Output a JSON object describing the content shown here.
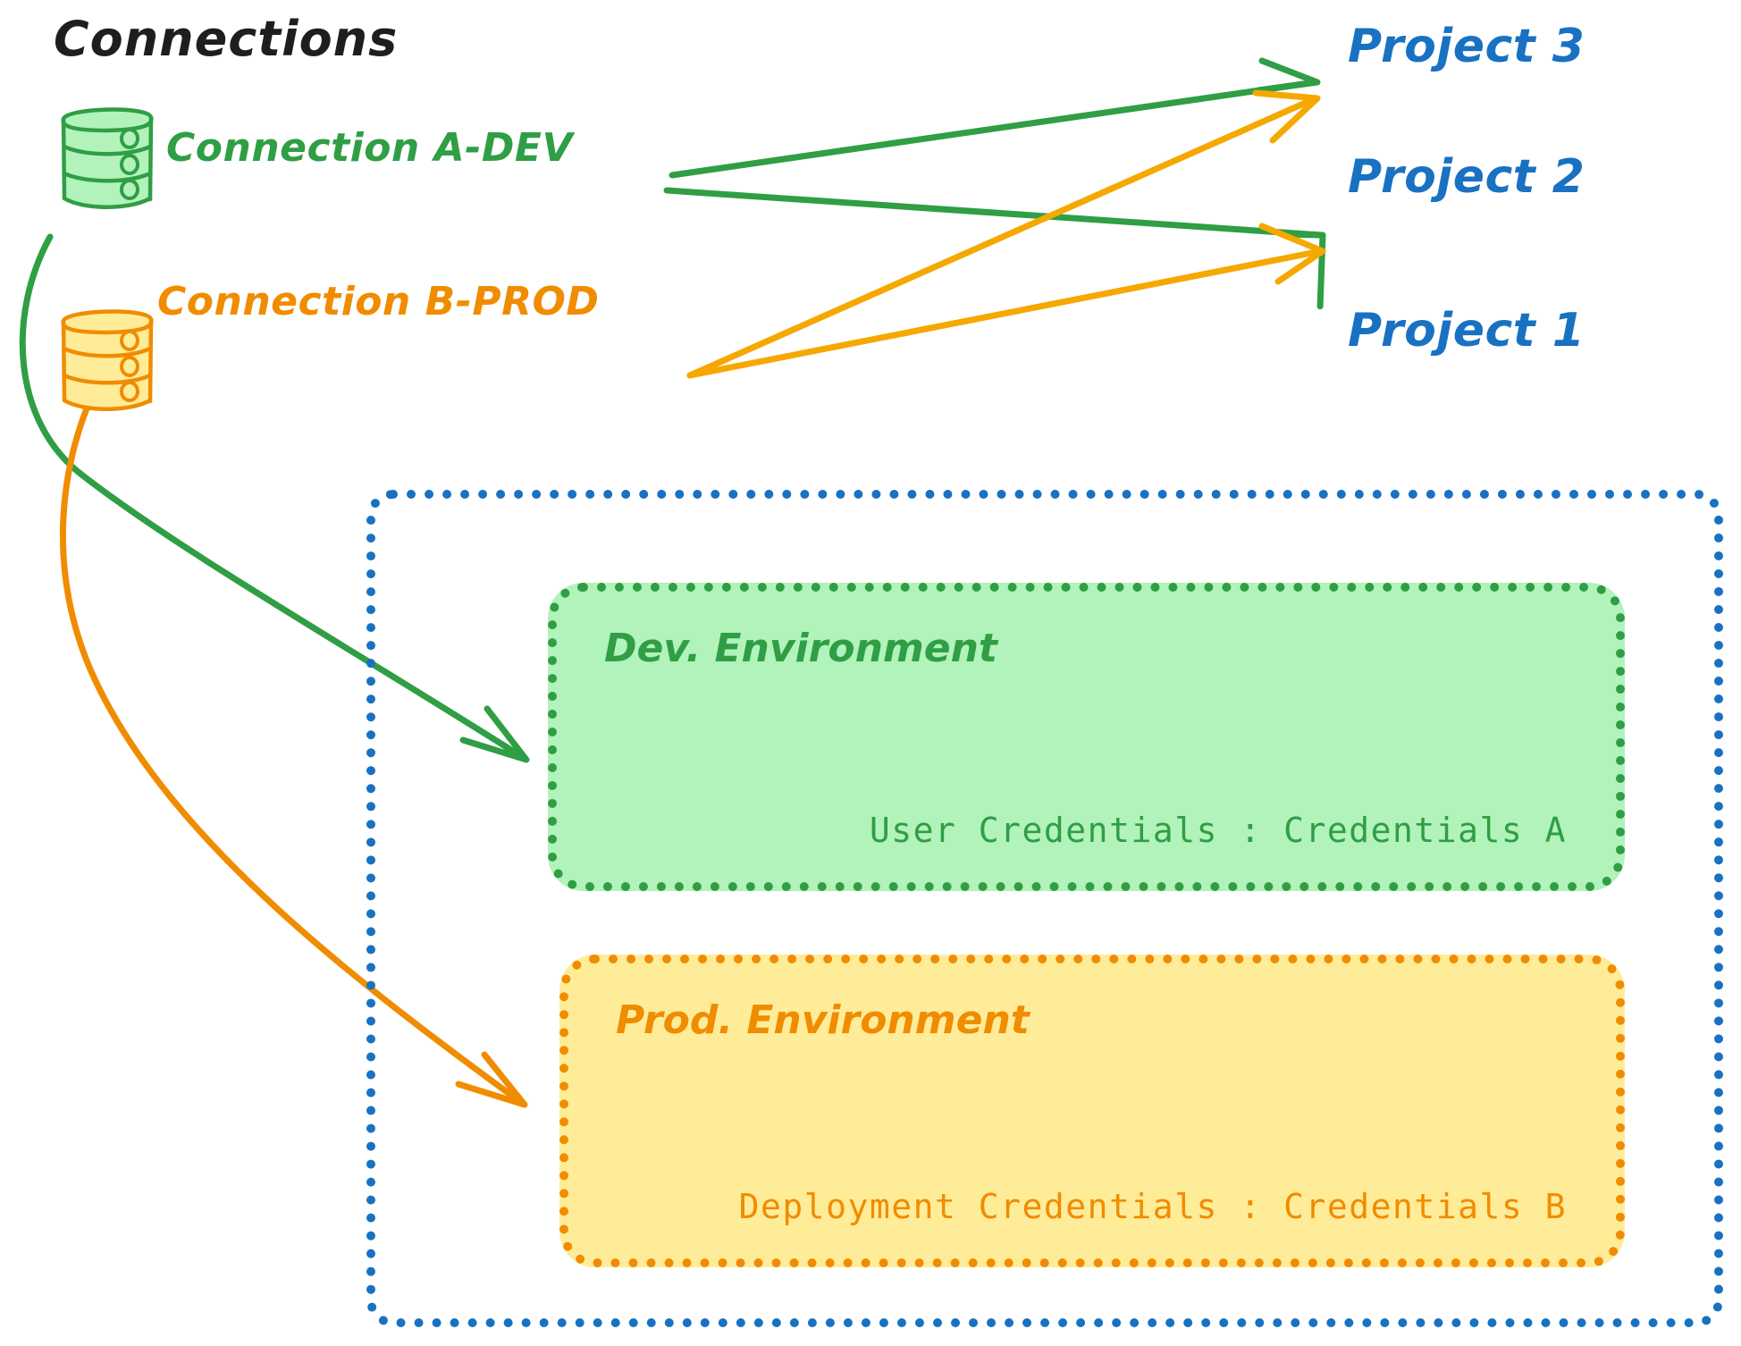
{
  "diagram": {
    "title": "Connections",
    "background": "#ffffff",
    "colors": {
      "green_stroke": "#2f9e44",
      "green_fill": "#b2f2bb",
      "orange_stroke": "#f08c00",
      "orange_fill": "#ffec99",
      "blue_stroke": "#1971c2",
      "text_dark": "#1e1e1e"
    }
  },
  "connections": [
    {
      "id": "connection-a-dev",
      "label": "Connection A-DEV",
      "icon": "database-cylinder-icon",
      "color": "#2f9e44"
    },
    {
      "id": "connection-b-prod",
      "label": "Connection B-PROD",
      "icon": "database-cylinder-icon",
      "color": "#f08c00"
    }
  ],
  "projects": [
    {
      "id": "project-3",
      "label": "Project 3",
      "color": "#1971c2"
    },
    {
      "id": "project-2",
      "label": "Project 2",
      "color": "#1971c2"
    },
    {
      "id": "project-1",
      "label": "Project 1",
      "color": "#1971c2"
    }
  ],
  "project1": {
    "label": "Project 1",
    "environments": [
      {
        "id": "dev-environment",
        "title": "Dev. Environment",
        "credentials_label": "User Credentials : Credentials A",
        "fill": "#b2f2bb",
        "stroke": "#2f9e44"
      },
      {
        "id": "prod-environment",
        "title": "Prod. Environment",
        "credentials_label": "Deployment Credentials : Credentials B",
        "fill": "#ffec99",
        "stroke": "#f08c00"
      }
    ]
  },
  "edges": [
    {
      "id": "a-dev-to-project-3",
      "from": "connection-a-dev",
      "to": "project-3",
      "color": "#2f9e44"
    },
    {
      "id": "a-dev-to-project-2",
      "from": "connection-a-dev",
      "to": "project-2",
      "color": "#2f9e44"
    },
    {
      "id": "a-dev-to-dev-environment",
      "from": "connection-a-dev",
      "to": "dev-environment",
      "color": "#2f9e44"
    },
    {
      "id": "b-prod-to-project-3",
      "from": "connection-b-prod",
      "to": "project-3",
      "color": "#f08c00"
    },
    {
      "id": "b-prod-to-project-2",
      "from": "connection-b-prod",
      "to": "project-2",
      "color": "#f08c00"
    },
    {
      "id": "b-prod-to-prod-environment",
      "from": "connection-b-prod",
      "to": "prod-environment",
      "color": "#f08c00"
    }
  ]
}
